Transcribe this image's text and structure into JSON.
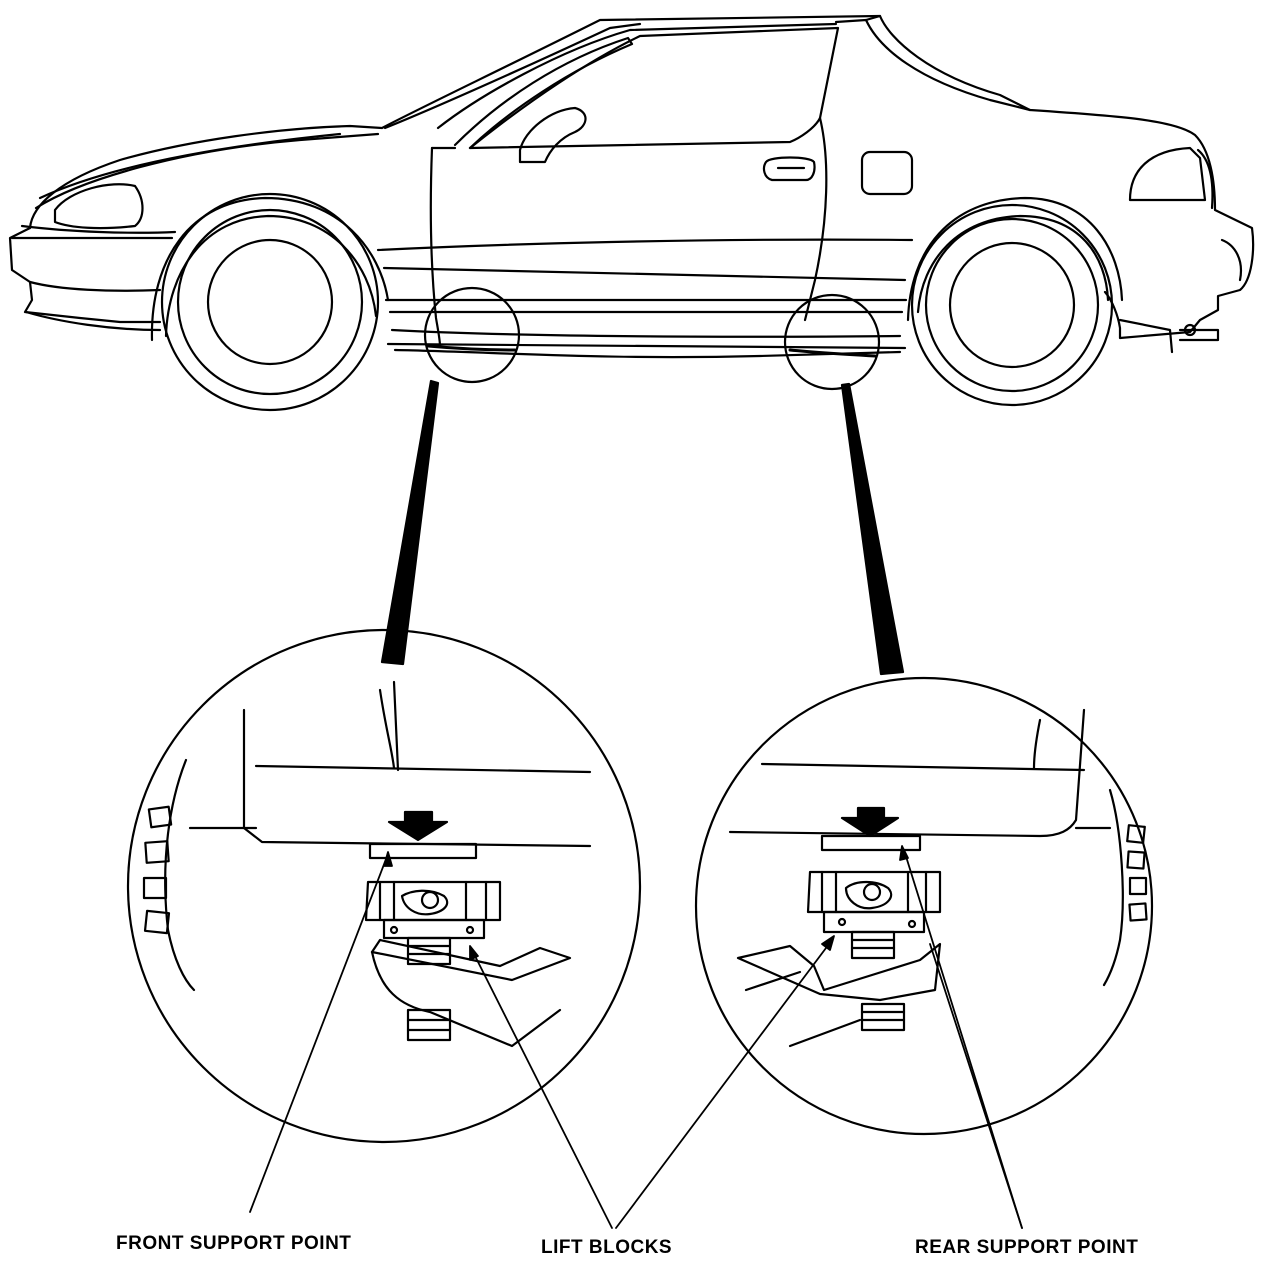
{
  "labels": {
    "front_support_point": "FRONT SUPPORT POINT",
    "lift_blocks": "LIFT BLOCKS",
    "rear_support_point": "REAR SUPPORT POINT"
  },
  "colors": {
    "line": "#000000",
    "background": "#ffffff"
  }
}
